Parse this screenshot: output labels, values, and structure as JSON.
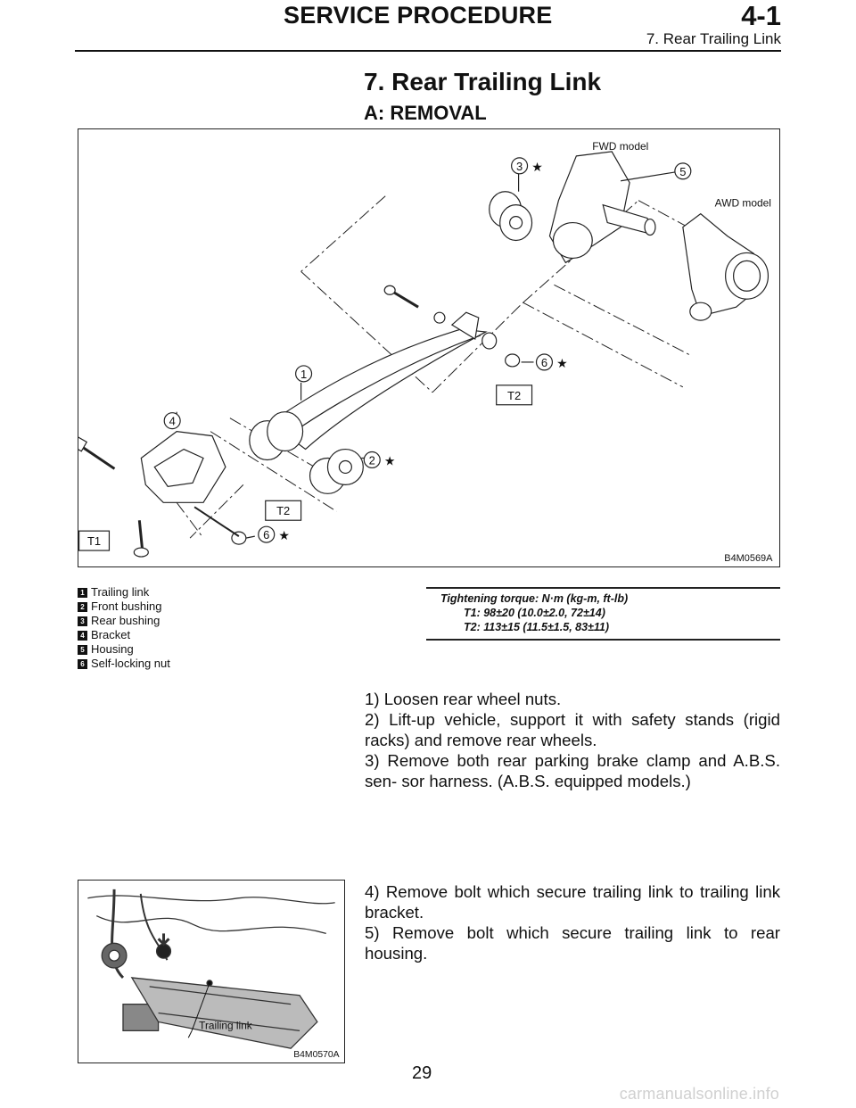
{
  "header": {
    "section_title": "SERVICE PROCEDURE",
    "section_code": "4-1",
    "section_subtitle": "7. Rear Trailing Link"
  },
  "page": {
    "title": "7. Rear Trailing Link",
    "subtitle": "A: REMOVAL",
    "page_number": "29",
    "watermark": "carmanualsonline.info"
  },
  "figure1": {
    "id": "B4M0569A",
    "labels": {
      "fwd": "FWD model",
      "awd": "AWD model",
      "n1": "1",
      "n2": "2",
      "n3": "3",
      "n4": "4",
      "n5": "5",
      "n6a": "6",
      "n6b": "6",
      "t1": "T1",
      "t2a": "T2",
      "t2b": "T2"
    },
    "star_glyph": "★"
  },
  "legend": [
    {
      "num": "1",
      "text": "Trailing link"
    },
    {
      "num": "2",
      "text": "Front bushing"
    },
    {
      "num": "3",
      "text": "Rear bushing"
    },
    {
      "num": "4",
      "text": "Bracket"
    },
    {
      "num": "5",
      "text": "Housing"
    },
    {
      "num": "6",
      "text": "Self-locking nut"
    }
  ],
  "torque": {
    "heading": "Tightening torque: N·m (kg-m, ft-lb)",
    "t1": "T1: 98±20 (10.0±2.0, 72±14)",
    "t2": "T2: 113±15 (11.5±1.5, 83±11)"
  },
  "steps_a": [
    "1) Loosen rear wheel nuts.",
    "2) Lift-up vehicle, support it with safety stands (rigid racks) and remove rear wheels.",
    "3) Remove both rear parking brake clamp and A.B.S. sen- sor harness. (A.B.S. equipped models.)"
  ],
  "steps_b": [
    "4) Remove bolt which secure trailing link to trailing link bracket.",
    "5) Remove bolt which secure trailing link to rear housing."
  ],
  "figure2": {
    "id": "B4M0570A",
    "label": "Trailing link"
  }
}
